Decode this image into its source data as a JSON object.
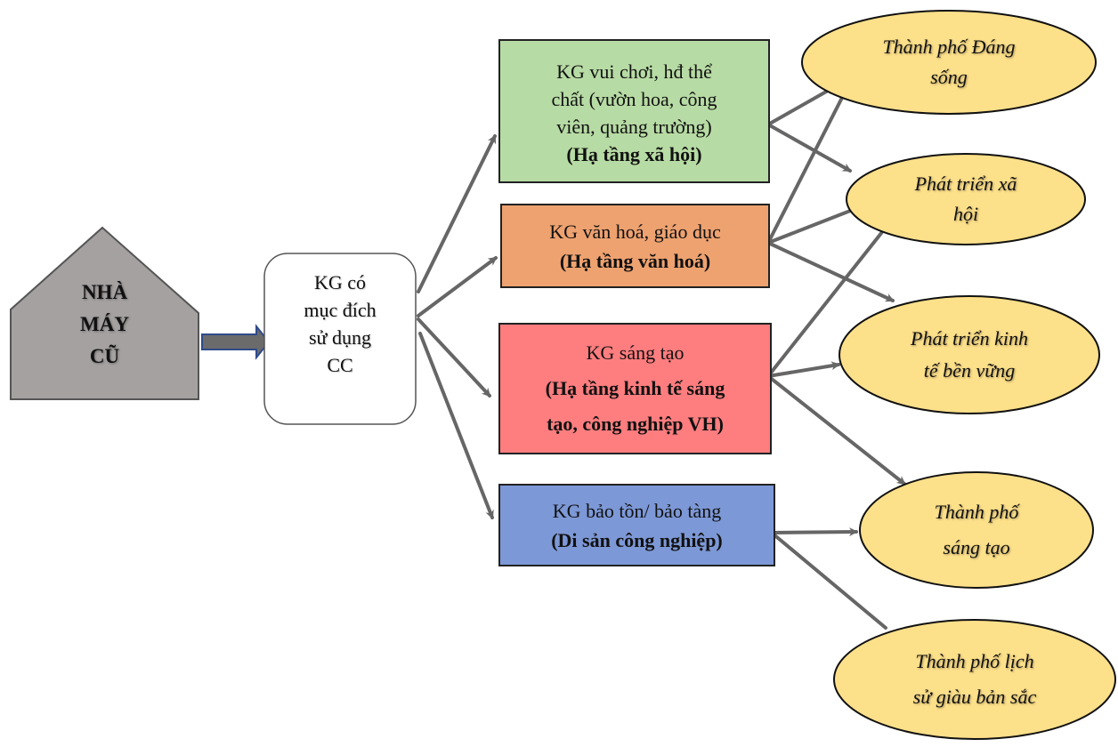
{
  "diagram": {
    "source": {
      "id": "old-factory",
      "lines": [
        "NHÀ",
        "MÁY",
        "CŨ"
      ],
      "fill": "#a5a1a1"
    },
    "hub": {
      "id": "public-purpose-space",
      "lines": [
        "KG có",
        "mục đích",
        "sử dụng",
        "CC"
      ],
      "fill": "#ffffff"
    },
    "categories": [
      {
        "id": "recreation",
        "lines": [
          "KG vui chơi, hđ thể",
          "chất (vườn hoa, công",
          "viên, quảng trường)"
        ],
        "bold_lines": [
          "(Hạ tầng xã hội)"
        ],
        "fill": "#b7dba4"
      },
      {
        "id": "culture-education",
        "lines": [
          "KG văn hoá, giáo dục"
        ],
        "bold_lines": [
          "(Hạ tầng văn hoá)"
        ],
        "fill": "#eea270"
      },
      {
        "id": "creative",
        "lines": [
          "KG sáng tạo"
        ],
        "bold_lines": [
          "(Hạ tầng kinh tế sáng",
          "tạo, công nghiệp VH)"
        ],
        "fill": "#fe7d7f"
      },
      {
        "id": "heritage",
        "lines": [
          "KG bảo tồn/ bảo tàng"
        ],
        "bold_lines": [
          "(Di sản công nghiệp)"
        ],
        "fill": "#7d98d6"
      }
    ],
    "outcomes": [
      {
        "id": "livable-city",
        "lines": [
          "Thành phố Đáng",
          "sống"
        ]
      },
      {
        "id": "social-development",
        "lines": [
          "Phát triển xã",
          "hội"
        ]
      },
      {
        "id": "sustainable-economy",
        "lines": [
          "Phát triển kinh",
          "tế bền vững"
        ]
      },
      {
        "id": "creative-city",
        "lines": [
          "Thành phố",
          "sáng tạo"
        ]
      },
      {
        "id": "heritage-city",
        "lines": [
          "Thành phố lịch",
          "sử giàu bản sắc"
        ]
      }
    ],
    "outcome_fill": "#fde08a",
    "edges": [
      {
        "from": "old-factory",
        "to": "public-purpose-space",
        "style": "block"
      },
      {
        "from": "public-purpose-space",
        "to": "recreation"
      },
      {
        "from": "public-purpose-space",
        "to": "culture-education"
      },
      {
        "from": "public-purpose-space",
        "to": "creative"
      },
      {
        "from": "public-purpose-space",
        "to": "heritage"
      },
      {
        "from": "recreation",
        "to": "livable-city"
      },
      {
        "from": "recreation",
        "to": "social-development"
      },
      {
        "from": "culture-education",
        "to": "livable-city"
      },
      {
        "from": "culture-education",
        "to": "social-development"
      },
      {
        "from": "culture-education",
        "to": "sustainable-economy"
      },
      {
        "from": "creative",
        "to": "social-development"
      },
      {
        "from": "creative",
        "to": "sustainable-economy"
      },
      {
        "from": "creative",
        "to": "creative-city"
      },
      {
        "from": "heritage",
        "to": "creative-city"
      },
      {
        "from": "heritage",
        "to": "heritage-city"
      }
    ],
    "edge_color": "#666666",
    "block_arrow_fill": "#6b6b6b",
    "block_arrow_stroke": "#2f4a8a"
  }
}
